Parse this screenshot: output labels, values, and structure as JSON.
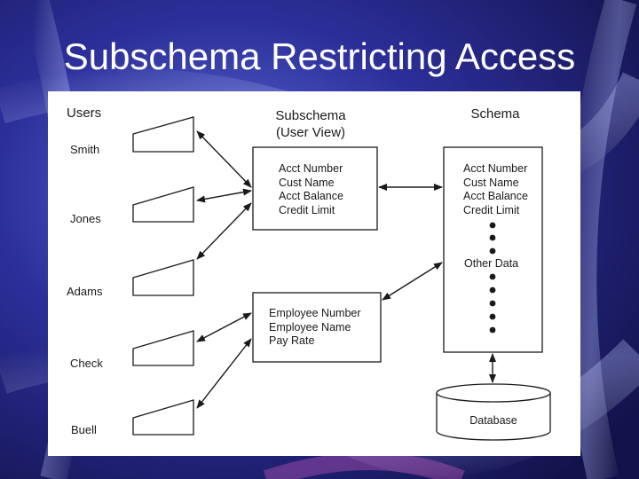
{
  "slide": {
    "title": "Subschema Restricting Access"
  },
  "diagram": {
    "users_heading": "Users",
    "users": [
      "Smith",
      "Jones",
      "Adams",
      "Check",
      "Buell"
    ],
    "subschema_heading": [
      "Subschema",
      "(User View)"
    ],
    "subschema_box_1": [
      "Acct Number",
      "Cust Name",
      "Acct Balance",
      "Credit Limit"
    ],
    "subschema_box_2": [
      "Employee Number",
      "Employee Name",
      "Pay Rate"
    ],
    "schema_heading": "Schema",
    "schema_fields": [
      "Acct Number",
      "Cust Name",
      "Acct Balance",
      "Credit Limit"
    ],
    "schema_other": "Other Data",
    "database_label": "Database"
  },
  "colors": {
    "background_dark": "#14145a",
    "background_light": "#4a5ec8",
    "panel": "#ffffff",
    "ink": "#1a1a1a"
  }
}
